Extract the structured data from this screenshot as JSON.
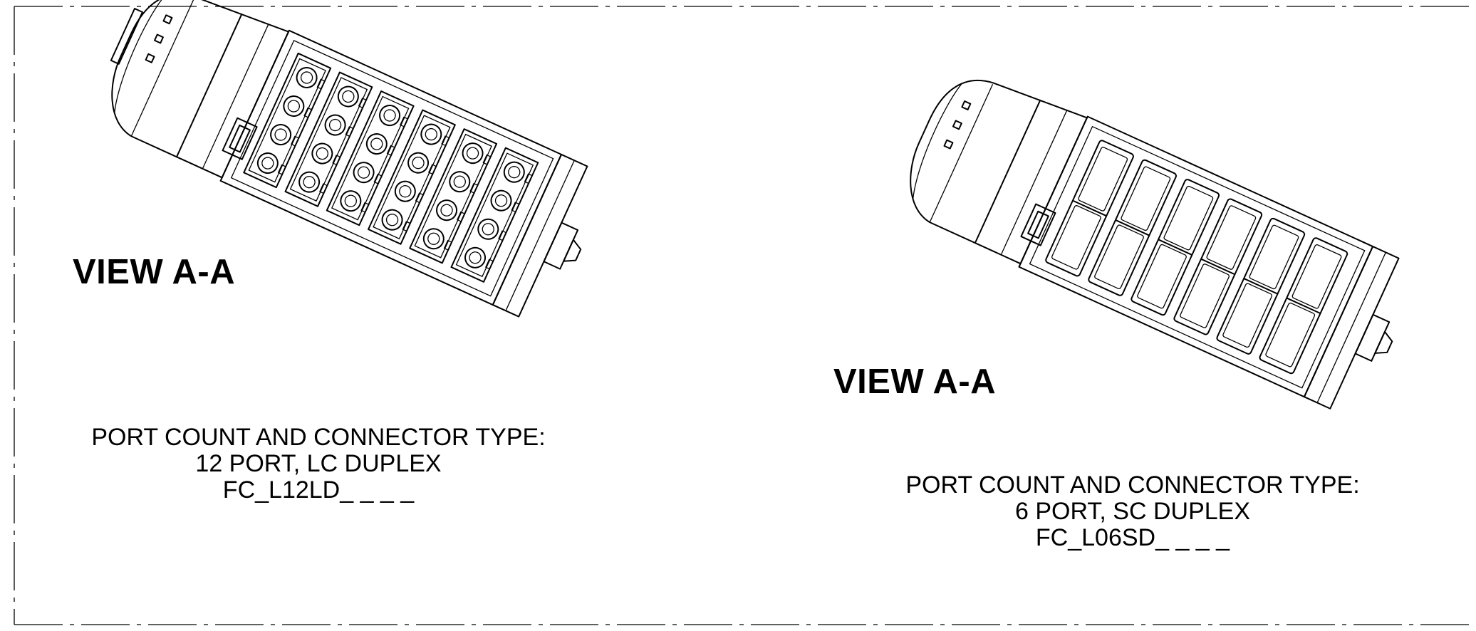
{
  "views": [
    {
      "title": "VIEW A-A",
      "caption": [
        "PORT COUNT AND CONNECTOR TYPE:",
        "12 PORT, LC DUPLEX",
        "FC_L12LD_ _ _ _"
      ],
      "connector_type": "LC DUPLEX",
      "port_count": 12
    },
    {
      "title": "VIEW A-A",
      "caption": [
        "PORT COUNT AND CONNECTOR TYPE:",
        "6 PORT, SC DUPLEX",
        "FC_L06SD_ _ _ _"
      ],
      "connector_type": "SC DUPLEX",
      "port_count": 6
    }
  ]
}
